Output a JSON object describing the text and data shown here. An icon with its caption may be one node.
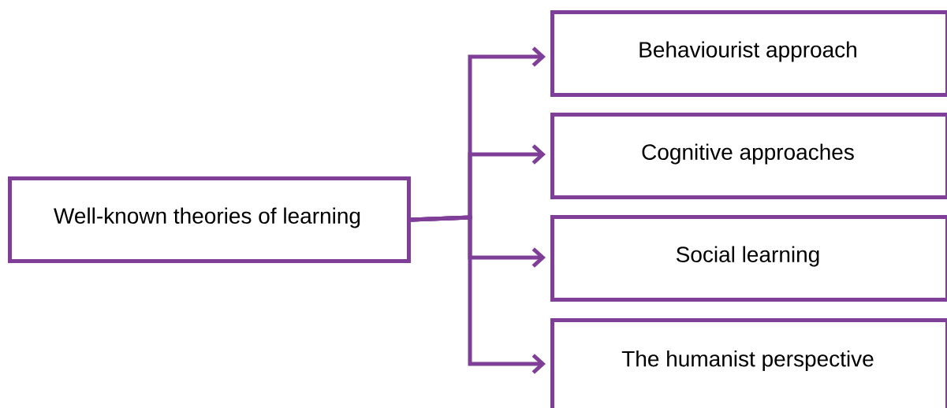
{
  "diagram": {
    "nodes": [
      {
        "text": [
          "Well-known theories of learning"
        ]
      },
      {
        "text": [
          "Behaviourist approach"
        ]
      },
      {
        "text": [
          "Cognitive approaches"
        ]
      },
      {
        "text": [
          "Social learning"
        ]
      },
      {
        "text": [
          "The humanist perspective"
        ]
      }
    ],
    "edges": [
      {
        "from": 0,
        "to": 1,
        "arrow": "to"
      },
      {
        "from": 0,
        "to": 2,
        "arrow": "to"
      },
      {
        "from": 0,
        "to": 3,
        "arrow": "to"
      },
      {
        "from": 0,
        "to": 4,
        "arrow": "to"
      }
    ]
  }
}
